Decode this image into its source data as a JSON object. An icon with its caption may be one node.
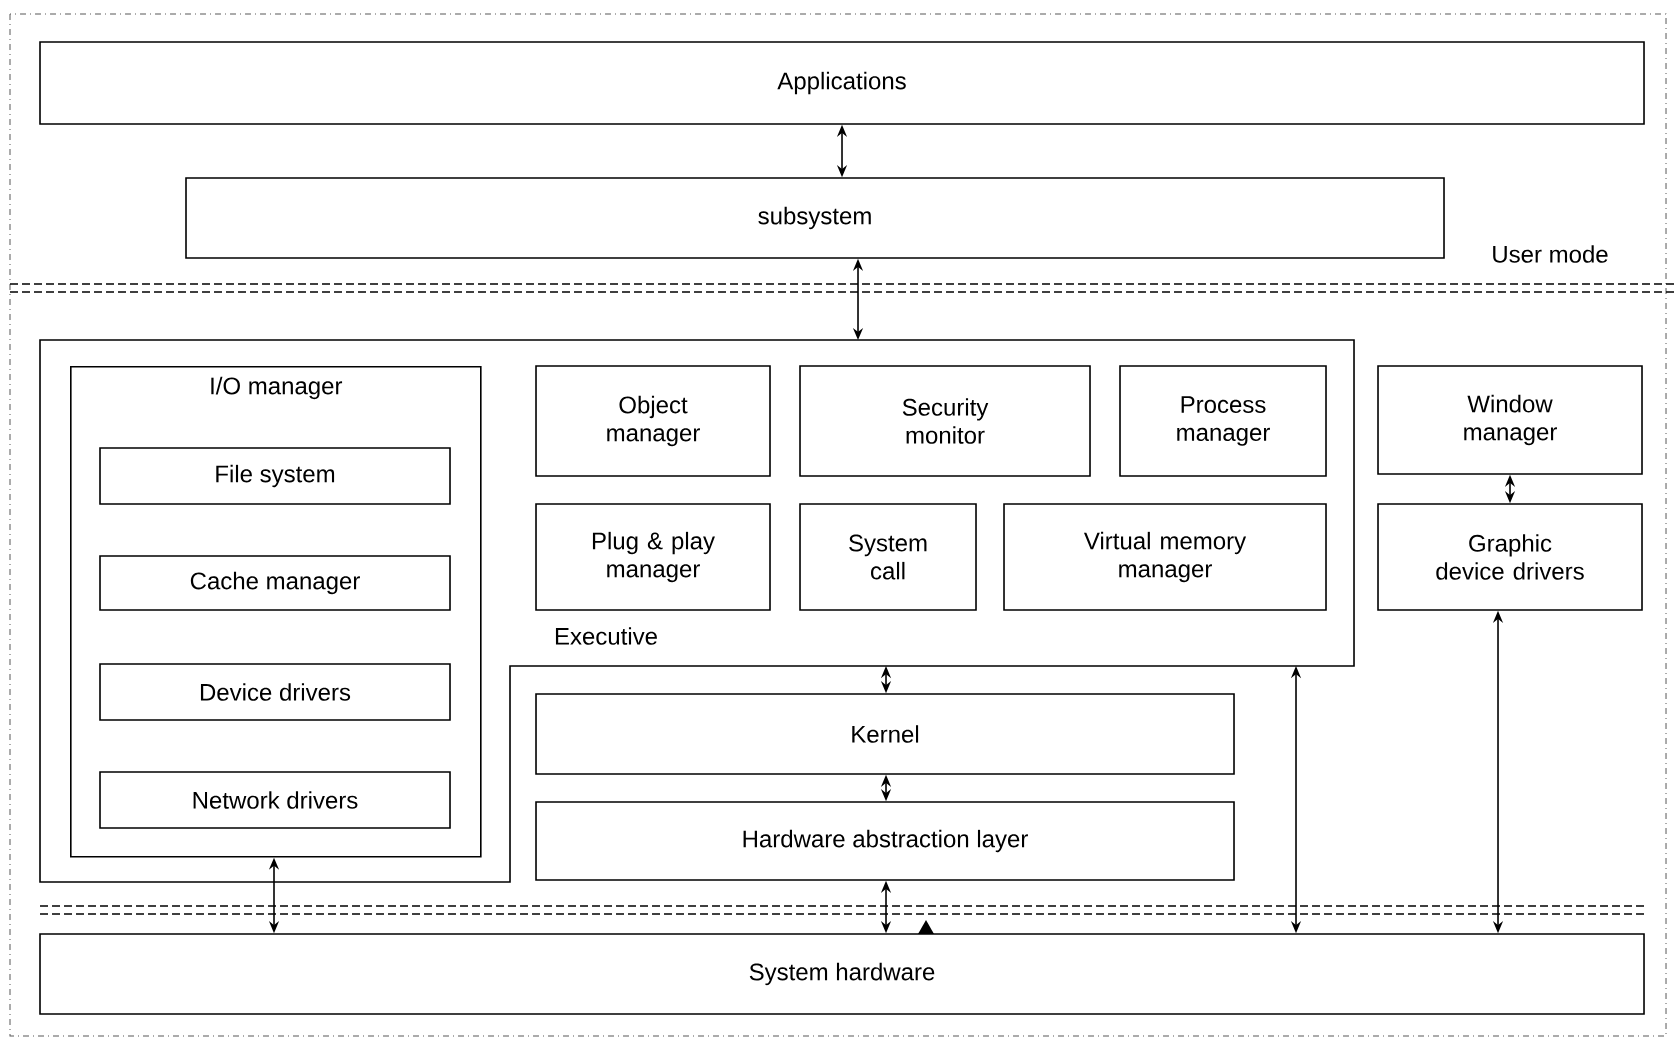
{
  "diagram": {
    "nodes": [
      {
        "text": [
          "Applications"
        ]
      },
      {
        "text": [
          "subsystem"
        ]
      },
      {
        "text": [
          "Executive"
        ]
      },
      {
        "text": [
          "I/O manager"
        ],
        "in": 2
      },
      {
        "text": [
          "File system"
        ],
        "in": 3
      },
      {
        "text": [
          "Cache manager"
        ],
        "in": 3
      },
      {
        "text": [
          "Device drivers"
        ],
        "in": 3
      },
      {
        "text": [
          "Network drivers"
        ],
        "in": 3
      },
      {
        "text": [
          "Object manager"
        ],
        "in": 2
      },
      {
        "text": [
          "Security monitor"
        ],
        "in": 2
      },
      {
        "text": [
          "Process manager"
        ],
        "in": 2
      },
      {
        "text": [
          "Plug & play manager"
        ],
        "in": 2
      },
      {
        "text": [
          "System call"
        ],
        "in": 2
      },
      {
        "text": [
          "Virtual memory manager"
        ],
        "in": 2
      },
      {
        "text": [
          "Window manager"
        ]
      },
      {
        "text": [
          "Graphic device drivers"
        ]
      },
      {
        "text": [
          "Kernel"
        ]
      },
      {
        "text": [
          "Hardware abstraction layer"
        ]
      },
      {
        "text": [
          "System hardware"
        ]
      }
    ],
    "edges": [
      {
        "from": 0,
        "to": 1,
        "arrow": "both"
      },
      {
        "from": 1,
        "to": 2,
        "arrow": "both"
      },
      {
        "from": 3,
        "to": 18,
        "arrow": "both"
      },
      {
        "from": 2,
        "to": 16,
        "arrow": "both"
      },
      {
        "from": 16,
        "to": 17,
        "arrow": "both"
      },
      {
        "from": 17,
        "to": 18,
        "arrow": "both"
      },
      {
        "from": 2,
        "to": 18,
        "arrow": "both"
      },
      {
        "from": 14,
        "to": 15,
        "arrow": "both"
      },
      {
        "from": 15,
        "to": 18,
        "arrow": "both"
      }
    ],
    "labels": [
      "User mode"
    ]
  }
}
